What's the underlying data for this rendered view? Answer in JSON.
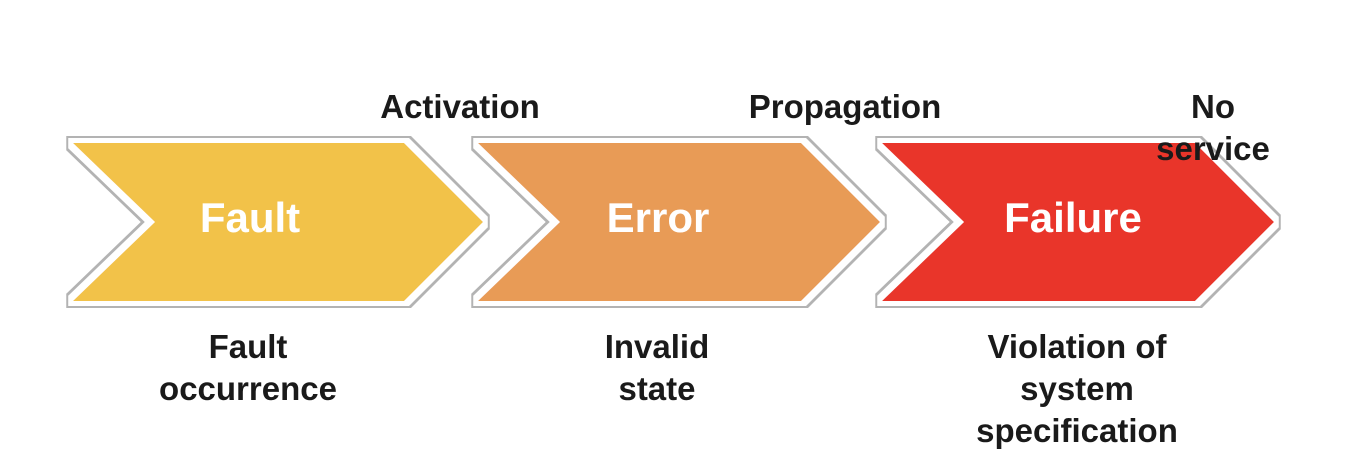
{
  "diagram_title": "fault-error-failure-chain",
  "background_color": "#ffffff",
  "outline": {
    "inner_stroke_color": "#ffffff",
    "outer_stroke_color": "#b3b3b3"
  },
  "text_color": "#1a1a1a",
  "stages": [
    {
      "label": "Fault",
      "fill": "#F2C24A",
      "label_color": "#ffffff",
      "transition_label": "Activation",
      "description": "Fault\noccurrence"
    },
    {
      "label": "Error",
      "fill": "#E89B57",
      "label_color": "#ffffff",
      "transition_label": "Propagation",
      "description": "Invalid\nstate"
    },
    {
      "label": "Failure",
      "fill": "#E9342B",
      "label_color": "#ffffff",
      "transition_label": "No service",
      "description": "Violation of system\nspecification"
    }
  ]
}
